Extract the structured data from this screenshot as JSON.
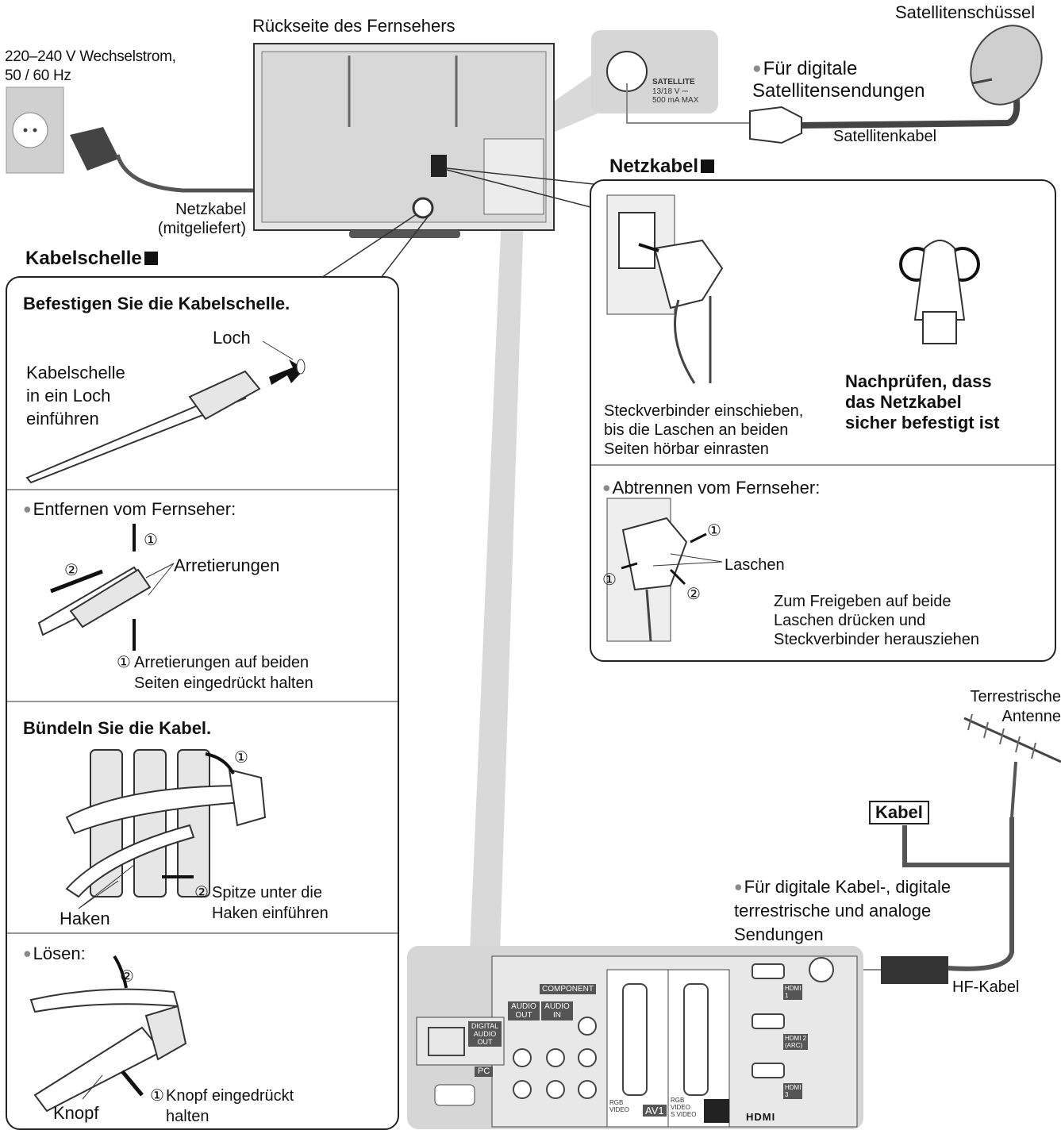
{
  "tv": {
    "back_label": "Rückseite des Fernsehers",
    "voltage_label": "220–240 V Wechselstrom,\n50 / 60 Hz",
    "power_cord_label": "Netzkabel\n(mitgeliefert)"
  },
  "satellite": {
    "dish_label": "Satellitenschüssel",
    "digital_label": "Für digitale\nSatellitensendungen",
    "cable_label": "Satellitenkabel",
    "port_label": "SATELLITE",
    "port_spec": "13/18 V ⎓\n500 mA  MAX"
  },
  "netzkabel": {
    "heading": "Netzkabel",
    "insert_text": "Steckverbinder einschieben,\nbis die Laschen an beiden\nSeiten hörbar einrasten",
    "check_text": "Nachprüfen, dass\ndas Netzkabel\nsicher befestigt ist",
    "detach_heading": "Abtrennen vom Fernseher:",
    "tabs_label": "Laschen",
    "release_text": "Zum Freigeben auf beide\nLaschen drücken und\nSteckverbinder herausziehen",
    "step1": "①",
    "step2": "②"
  },
  "kabelschelle": {
    "heading": "Kabelschelle",
    "attach_heading": "Befestigen Sie die Kabelschelle.",
    "hole_label": "Loch",
    "insert_label": "Kabelschelle\nin ein Loch\neinführen",
    "remove_heading": "Entfernen vom Fernseher:",
    "catches_label": "Arretierungen",
    "hold_catches": "Arretierungen auf beiden\nSeiten eingedrückt halten",
    "bundle_heading": "Bündeln Sie die Kabel.",
    "hooks_label": "Haken",
    "tip_label": "Spitze unter die\nHaken einführen",
    "loosen_heading": "Lösen:",
    "knob_label": "Knopf",
    "hold_knob": "Knopf eingedrückt\nhalten",
    "step1": "①",
    "step2": "②"
  },
  "antenna": {
    "label": "Terrestrische\nAntenne",
    "cable_box": "Kabel",
    "broadcast_label": "Für digitale Kabel-, digitale\nterrestrische und analoge\nSendungen",
    "rf_cable": "HF-Kabel"
  },
  "ports": {
    "component": "COMPONENT",
    "audio_out": "AUDIO\nOUT",
    "audio_in": "AUDIO\nIN",
    "digital_audio_out": "DIGITAL\nAUDIO\nOUT",
    "pc": "PC",
    "av1": "AV1",
    "av1_sub": "RGB\nVIDEO",
    "av2_sub": "RGB\nVIDEO\nS VIDEO",
    "hdmi1": "HDMI\n1",
    "hdmi2": "HDMI 2\n(ARC)",
    "hdmi3": "HDMI\n3",
    "hdmi_logo": "HDMI"
  },
  "colors": {
    "panel_gray": "#d6d6d6",
    "line": "#555555",
    "accent": "#8a8a8a"
  }
}
